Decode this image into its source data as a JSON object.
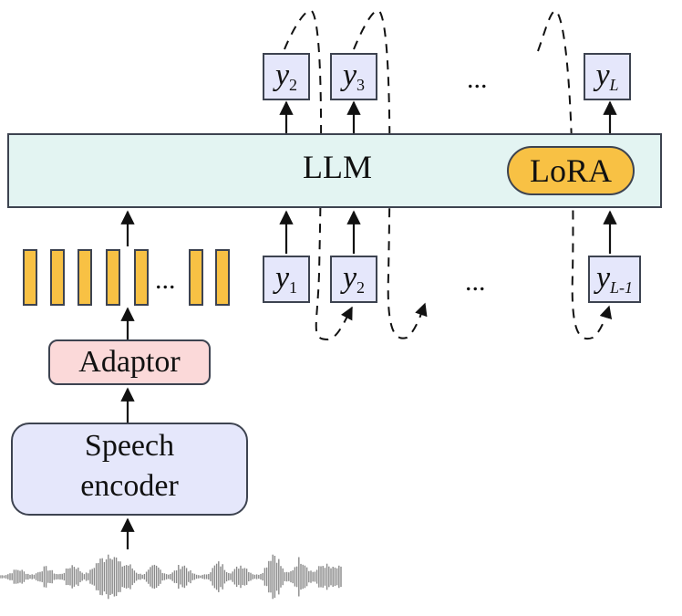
{
  "llm": {
    "label": "LLM"
  },
  "lora": {
    "label": "LoRA"
  },
  "adaptor": {
    "label": "Adaptor"
  },
  "encoder": {
    "line1": "Speech",
    "line2": "encoder"
  },
  "ellipsis": "...",
  "output_tokens": [
    {
      "var": "y",
      "sub": "2",
      "sub_italic": false
    },
    {
      "var": "y",
      "sub": "3",
      "sub_italic": false
    },
    {
      "var": "y",
      "sub": "L",
      "sub_italic": true
    }
  ],
  "input_tokens": [
    {
      "var": "y",
      "sub": "1",
      "sub_italic": false
    },
    {
      "var": "y",
      "sub": "2",
      "sub_italic": false
    },
    {
      "var": "y",
      "sub": "L-1",
      "sub_italic": true
    }
  ],
  "colors": {
    "llm_fill": "#e3f4f2",
    "lora_fill": "#f8c144",
    "token_fill": "#e5e7fb",
    "adaptor_fill": "#fbd9d9",
    "encoder_fill": "#e5e7fb",
    "embedding_fill": "#f8c144",
    "waveform": "#8a8a8a",
    "stroke": "#3d4350"
  }
}
